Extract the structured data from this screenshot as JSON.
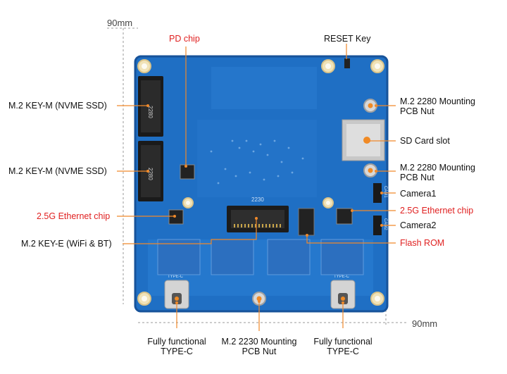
{
  "dimensions": {
    "top": "90mm",
    "right": "90mm"
  },
  "colors": {
    "board": "#1f6fc4",
    "board_dark": "#17539a",
    "leader": "#f0892a",
    "red_label": "#e02020",
    "black_label": "#111111"
  },
  "labels": {
    "pd_chip": "PD chip",
    "reset_key": "RESET Key",
    "m2_key_m_1": "M.2 KEY-M (NVME SSD)",
    "m2_key_m_2": "M.2 KEY-M (NVME SSD)",
    "eth_chip_left": "2.5G Ethernet chip",
    "m2_key_e": "M.2 KEY-E (WiFi & BT)",
    "mount_nut_1_line1": "M.2 2280 Mounting",
    "mount_nut_1_line2": "PCB Nut",
    "sd_card": "SD Card slot",
    "mount_nut_2_line1": "M.2 2280 Mounting",
    "mount_nut_2_line2": "PCB Nut",
    "camera1": "Camera1",
    "eth_chip_right": "2.5G Ethernet chip",
    "camera2": "Camera2",
    "flash_rom": "Flash ROM",
    "typec_left_line1": "Fully functional",
    "typec_left_line2": "TYPE-C",
    "nut_2230_line1": "M.2 2230 Mounting",
    "nut_2230_line2": "PCB Nut",
    "typec_right_line1": "Fully functional",
    "typec_right_line2": "TYPE-C"
  },
  "board_marks": {
    "slot1_text": "2280",
    "slot2_text": "2280",
    "keye_text": "2230",
    "cam1_text": "CAM1",
    "cam2_text": "CAM2",
    "typec_text": "TYPE-C"
  }
}
